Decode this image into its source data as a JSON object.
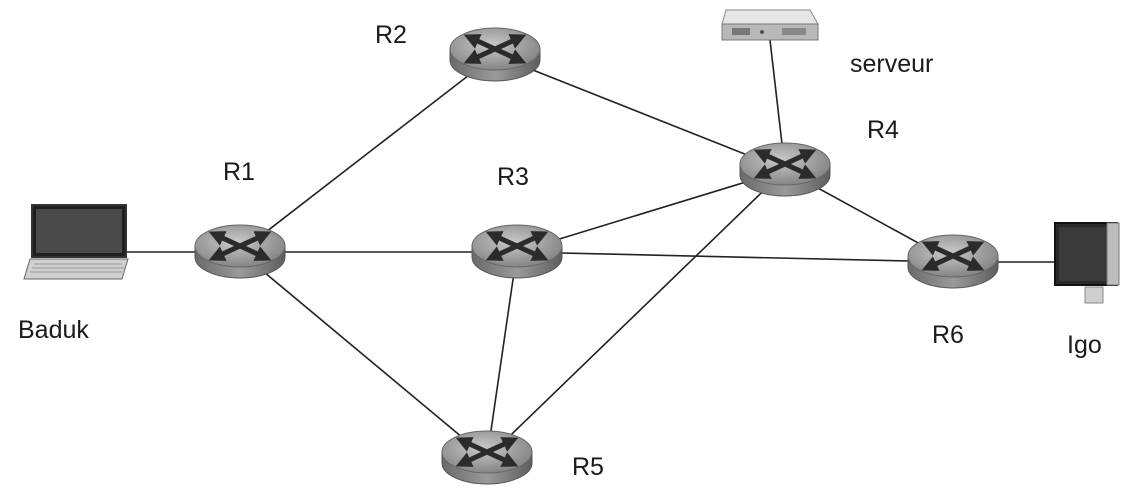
{
  "routers": [
    {
      "id": "R1",
      "label": "R1"
    },
    {
      "id": "R2",
      "label": "R2"
    },
    {
      "id": "R3",
      "label": "R3"
    },
    {
      "id": "R4",
      "label": "R4"
    },
    {
      "id": "R5",
      "label": "R5"
    },
    {
      "id": "R6",
      "label": "R6"
    }
  ],
  "hosts": [
    {
      "id": "baduk",
      "label": "Baduk",
      "icon": "laptop-icon"
    },
    {
      "id": "serveur",
      "label": "serveur",
      "icon": "server-icon"
    },
    {
      "id": "igo",
      "label": "Igo",
      "icon": "monitor-icon"
    }
  ],
  "links": [
    [
      "baduk",
      "R1"
    ],
    [
      "R1",
      "R2"
    ],
    [
      "R1",
      "R3"
    ],
    [
      "R1",
      "R5"
    ],
    [
      "R2",
      "R4"
    ],
    [
      "R3",
      "R4"
    ],
    [
      "R3",
      "R5"
    ],
    [
      "R3",
      "R6"
    ],
    [
      "R4",
      "R5"
    ],
    [
      "R4",
      "R6"
    ],
    [
      "R4",
      "serveur"
    ],
    [
      "R6",
      "igo"
    ]
  ],
  "colors": {
    "router_top": "#9a9a9a",
    "router_side": "#707070",
    "line": "#222222",
    "arrow": "#2b2b2b"
  }
}
